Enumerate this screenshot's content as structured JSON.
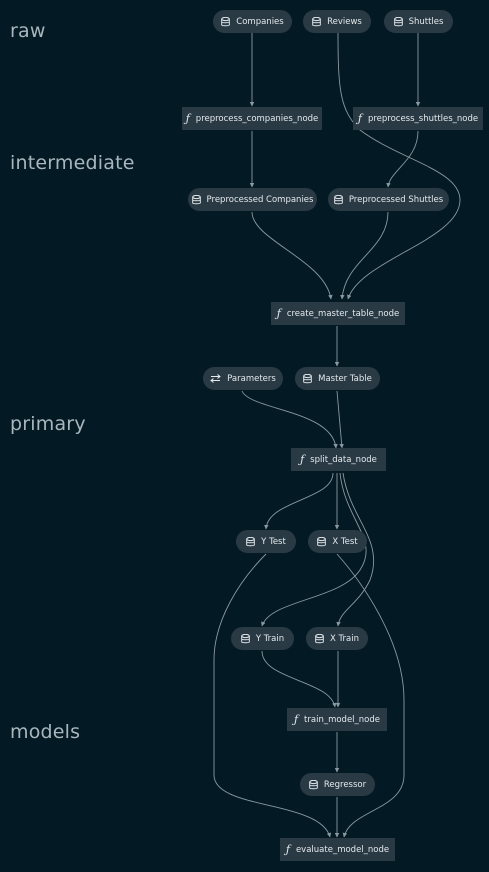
{
  "layers": {
    "raw": "raw",
    "intermediate": "intermediate",
    "primary": "primary",
    "models": "models"
  },
  "nodes": {
    "companies": "Companies",
    "reviews": "Reviews",
    "shuttles": "Shuttles",
    "preprocess_companies_node": "preprocess_companies_node",
    "preprocess_shuttles_node": "preprocess_shuttles_node",
    "preprocessed_companies": "Preprocessed Companies",
    "preprocessed_shuttles": "Preprocessed Shuttles",
    "create_master_table_node": "create_master_table_node",
    "parameters": "Parameters",
    "master_table": "Master Table",
    "split_data_node": "split_data_node",
    "y_test": "Y Test",
    "x_test": "X Test",
    "y_train": "Y Train",
    "x_train": "X Train",
    "train_model_node": "train_model_node",
    "regressor": "Regressor",
    "evaluate_model_node": "evaluate_model_node"
  },
  "icons": {
    "dataset": "database-icon",
    "task": "function-icon",
    "parameters": "parameters-icon"
  },
  "colors": {
    "background": "#031a25",
    "node": "#2a3a45",
    "edge": "#8b989f",
    "layer_label": "#a9b6bd"
  }
}
